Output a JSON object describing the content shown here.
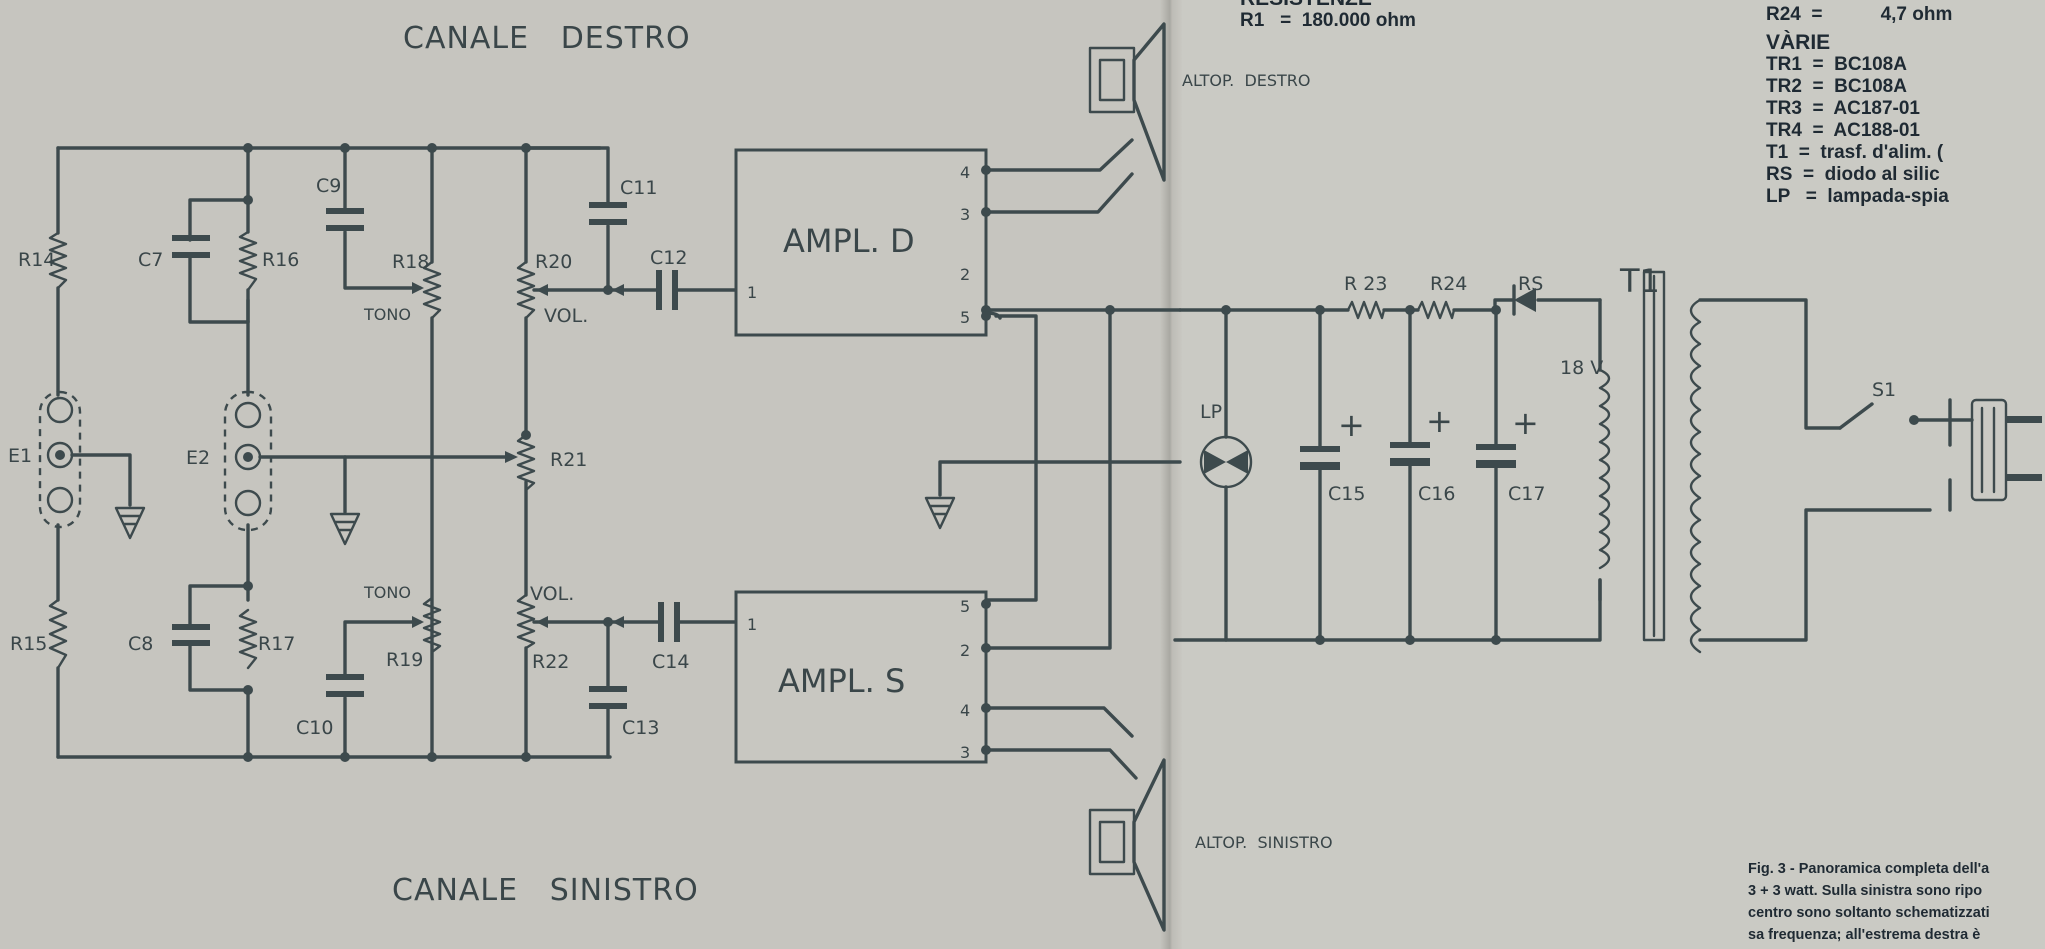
{
  "titles": {
    "right_channel": "CANALE   DESTRO",
    "left_channel": "CANALE   SINISTRO"
  },
  "speakers": {
    "right": "ALTOP.  DESTRO",
    "left": "ALTOP.  SINISTRO"
  },
  "amplifiers": {
    "right": {
      "label": "AMPL. D",
      "pins": [
        "4",
        "3",
        "2",
        "5",
        "1"
      ]
    },
    "left": {
      "label": "AMPL. S",
      "pins": [
        "5",
        "2",
        "4",
        "3",
        "1"
      ]
    }
  },
  "components": {
    "R14": "R14",
    "R15": "R15",
    "R16": "R16",
    "R17": "R17",
    "R18": "R18",
    "R19": "R19",
    "R20": "R20",
    "R21": "R21",
    "R22": "R22",
    "R23": "R 23",
    "R24": "R24",
    "RS": "RS",
    "T1": "T1",
    "C7": "C7",
    "C8": "C8",
    "C9": "C9",
    "C10": "C10",
    "C11": "C11",
    "C12": "C12",
    "C13": "C13",
    "C14": "C14",
    "C15": "C15",
    "C16": "C16",
    "C17": "C17",
    "E1": "E1",
    "E2": "E2",
    "LP": "LP",
    "S1": "S1",
    "tono_top": "TONO",
    "tono_bottom": "TONO",
    "vol_top": "VOL.",
    "vol_bottom": "VOL.",
    "voltage": "18 V",
    "plus": "+"
  },
  "parts_list": {
    "resistor_header": "RESISTENZE",
    "r1": "R1   =  180.000 ohm",
    "r24": "R24  =           4,7 ohm",
    "misc_header": "VÀRIE",
    "tr1": "TR1  =  BC108A",
    "tr2": "TR2  =  BC108A",
    "tr3": "TR3  =  AC187-01",
    "tr4": "TR4  =  AC188-01",
    "t1": "T1  =  trasf. d'alim. (",
    "rs": "RS  =  diodo al silic",
    "lp": "LP   =  lampada-spia"
  },
  "caption": {
    "line1": "Fig. 3 - Panoramica completa dell'a",
    "line2": "3 + 3 watt. Sulla sinistra sono ripo",
    "line3": "centro sono soltanto schematizzati",
    "line4": "sa frequenza; all'estrema destra è"
  }
}
